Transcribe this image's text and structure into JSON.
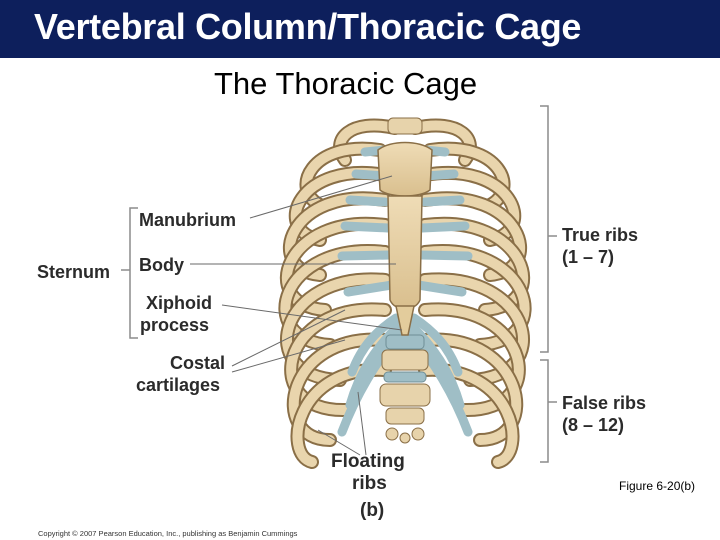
{
  "slide": {
    "title": "Vertebral Column/Thoracic Cage",
    "subtitle": "The Thoracic Cage",
    "figure_ref": "Figure 6-20(b)",
    "copyright": "Copyright © 2007 Pearson Education, Inc., publishing as Benjamin Cummings",
    "colors": {
      "title_bar": "#0d1f5c",
      "bone": "#e7d3ab",
      "cartilage": "#a9c6cc"
    }
  },
  "labels": {
    "manubrium": "Manubrium",
    "body": "Body",
    "sternum": "Sternum",
    "xiphoid_line1": "Xiphoid",
    "xiphoid_line2": "process",
    "costal_line1": "Costal",
    "costal_line2": "cartilages",
    "true_ribs_line1": "True ribs",
    "true_ribs_line2": "(1 – 7)",
    "false_ribs_line1": "False ribs",
    "false_ribs_line2": "(8 – 12)",
    "floating_line1": "Floating",
    "floating_line2": "ribs",
    "panel": "(b)"
  }
}
